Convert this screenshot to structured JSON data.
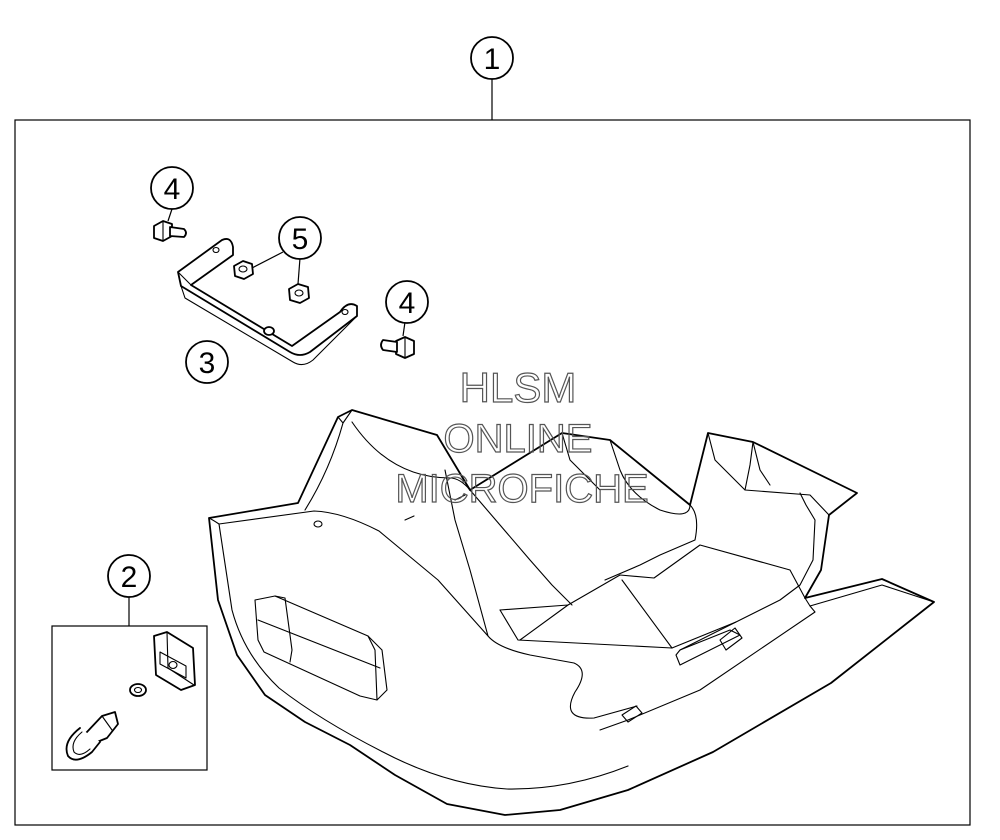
{
  "diagram": {
    "callouts": [
      {
        "id": "callout-1",
        "label": "1"
      },
      {
        "id": "callout-2",
        "label": "2"
      },
      {
        "id": "callout-3",
        "label": "3"
      },
      {
        "id": "callout-4a",
        "label": "4"
      },
      {
        "id": "callout-4b",
        "label": "4"
      },
      {
        "id": "callout-5",
        "label": "5"
      }
    ],
    "watermark": {
      "line1": "HLSM",
      "line2": "ONLINE",
      "line3": "MICROFICHE"
    }
  }
}
